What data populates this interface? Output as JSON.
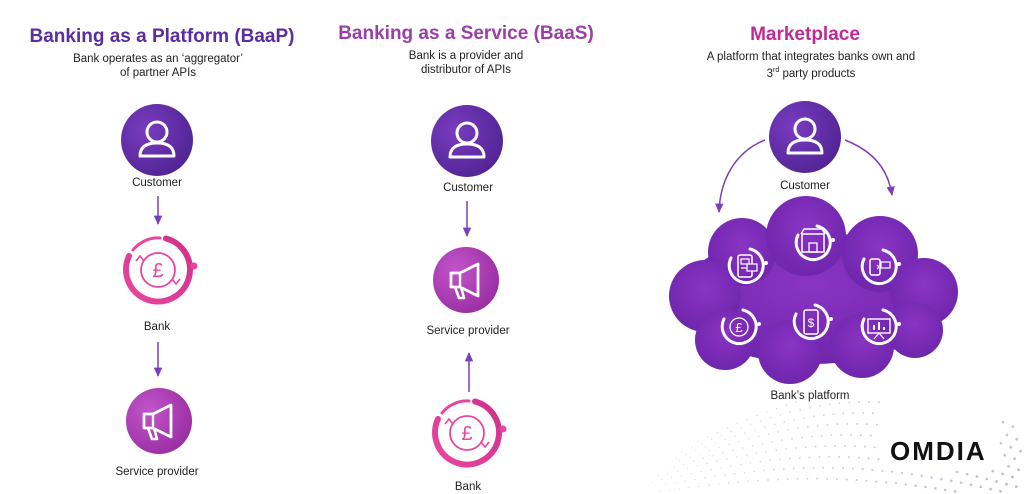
{
  "colors": {
    "dark_purple": "#5B2DA0",
    "magenta": "#B6269A",
    "pink": "#E8469E",
    "arrow": "#7A3FB8",
    "cloud": "#7A2DB8",
    "dots": "#B9AFD0"
  },
  "columns": {
    "baap": {
      "title": "Banking as a Platform (BaaP)",
      "desc_line1": "Bank operates as an ‘aggregator’",
      "desc_line2": "of partner APIs",
      "nodes": [
        {
          "label": "Customer",
          "icon": "user-icon"
        },
        {
          "label": "Bank",
          "icon": "pound-cycle-icon"
        },
        {
          "label": "Service provider",
          "icon": "megaphone-icon"
        }
      ]
    },
    "baas": {
      "title": "Banking as a Service (BaaS)",
      "desc_line1": "Bank is a provider and",
      "desc_line2": "distributor of APIs",
      "nodes": [
        {
          "label": "Customer",
          "icon": "user-icon"
        },
        {
          "label": "Service provider",
          "icon": "megaphone-icon"
        },
        {
          "label": "Bank",
          "icon": "pound-cycle-icon"
        }
      ]
    },
    "marketplace": {
      "title": "Marketplace",
      "desc_line1": "A platform that integrates banks own and",
      "desc_line2_pre": "3",
      "desc_line2_sup": "rd",
      "desc_line2_post": " party products",
      "customer_label": "Customer",
      "platform_label": "Bank’s platform",
      "cloud_icons": [
        "card-reader-icon",
        "shop-icon",
        "contactless-payment-icon",
        "pound-cycle-icon",
        "mobile-dollar-icon",
        "presentation-chart-icon"
      ]
    }
  },
  "logo": {
    "text": "OMDIA"
  }
}
